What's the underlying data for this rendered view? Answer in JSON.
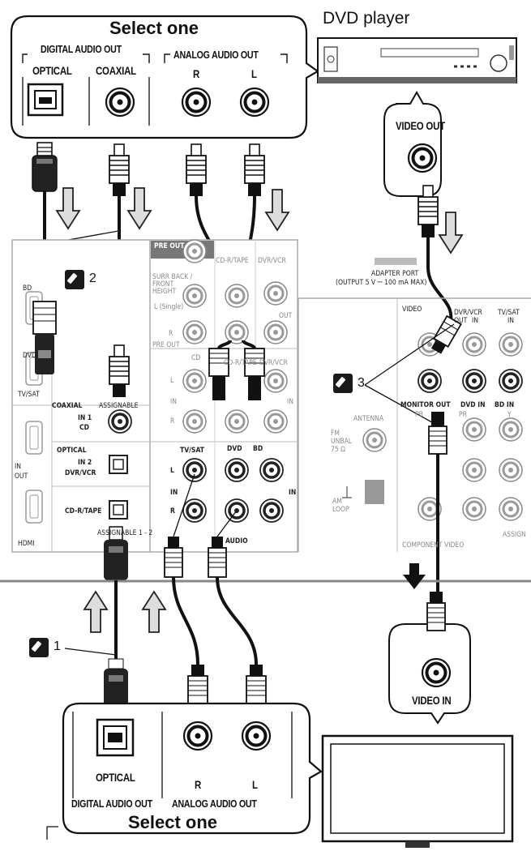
{
  "source_top": {
    "heading": "Select one",
    "device": "DVD player",
    "digital_group": "DIGITAL AUDIO OUT",
    "analog_group": "ANALOG AUDIO OUT",
    "optical": "OPTICAL",
    "coaxial": "COAXIAL",
    "r": "R",
    "l": "L"
  },
  "video_out": "VIDEO OUT",
  "adapter": {
    "line1": "ADAPTER PORT",
    "line2": "(OUTPUT 5 V ⎓ 100 mA MAX)"
  },
  "panel_labels": {
    "bd": "BD",
    "dvd": "DVD",
    "tvsat": "TV/SAT",
    "in": "IN",
    "out": "OUT",
    "hdmi": "HDMI",
    "coaxial": "COAXIAL",
    "assignable_top": "ASSIGNABLE",
    "in1": "IN 1",
    "cd": "CD",
    "optical": "OPTICAL",
    "in2": "IN 2",
    "dvrvcr": "DVR/VCR",
    "cdrtape": "CD-R/TAPE",
    "assignable_bottom": "ASSIGNABLE 1 - 2",
    "preout": "PRE OUT",
    "surr_back": "SURR BACK / FRONT HEIGHT",
    "l_single": "L (Single)",
    "r": "R",
    "l": "L",
    "cdr_tape_col": "CD-R/TAPE",
    "dvr_vcr_col": "DVR/VCR",
    "cd_row": "CD",
    "tvsat_row": "TV/SAT",
    "dvd_col": "DVD",
    "bd_col": "BD",
    "audio": "AUDIO",
    "video": "VIDEO",
    "video_dvrvcr": "DVR/VCR",
    "video_tvsat": "TV/SAT",
    "monitor_out": "MONITOR OUT",
    "dvd_in": "DVD IN",
    "bd_in": "BD IN",
    "pb": "PB",
    "pr": "PR",
    "y": "Y",
    "antenna": "ANTENNA",
    "fm": "FM UNBAL 75 Ω",
    "am": "AM LOOP",
    "component_video": "COMPONENT VIDEO",
    "assign": "ASSIGN"
  },
  "notes": {
    "n1": "1",
    "n2": "2",
    "n3": "3"
  },
  "video_in": "VIDEO IN",
  "source_bottom": {
    "heading": "Select one",
    "digital_group": "DIGITAL AUDIO OUT",
    "analog_group": "ANALOG AUDIO OUT",
    "optical": "OPTICAL",
    "r": "R",
    "l": "L"
  }
}
